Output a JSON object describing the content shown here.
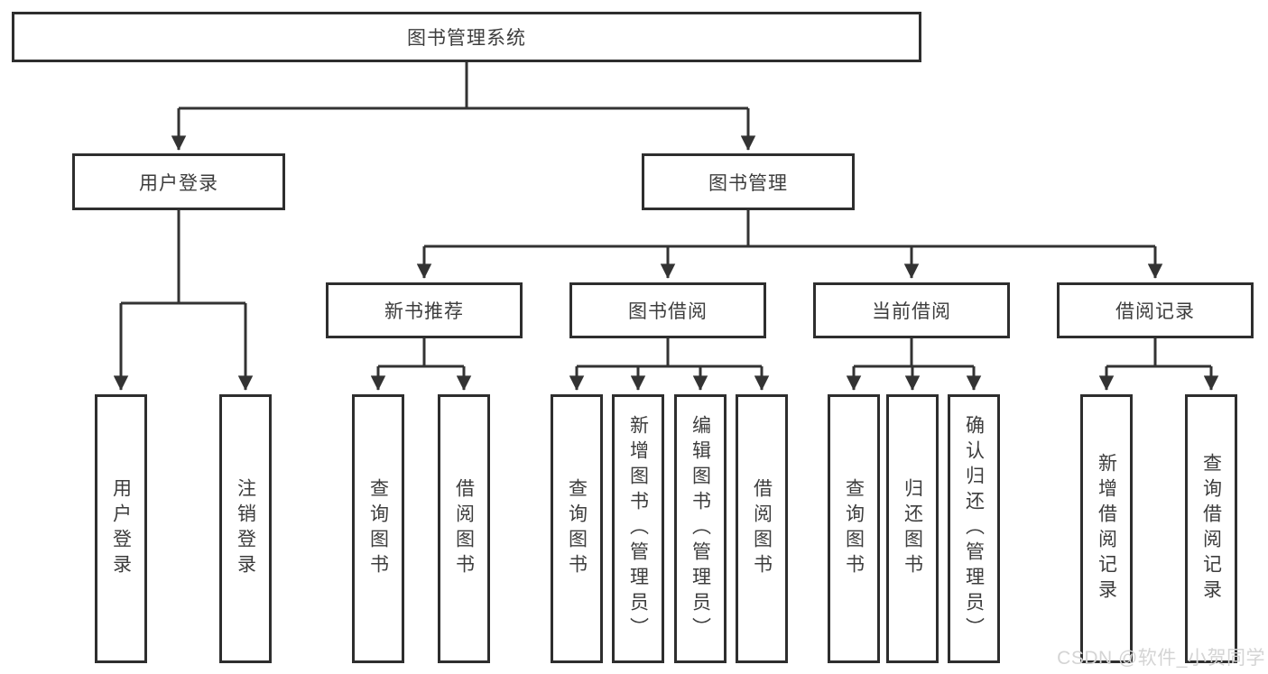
{
  "colors": {
    "line": "#333333",
    "border": "#2e2e2e",
    "fill": "#ffffff",
    "text": "#3d3d3d",
    "watermark": "#d4d4d4",
    "bg": "#ffffff"
  },
  "watermark": {
    "text": "CSDN @软件_小贺同学"
  },
  "tree": {
    "root": {
      "label": "图书管理系统"
    },
    "branches": [
      {
        "label": "用户登录",
        "leaves": [
          "用户登录",
          "注销登录"
        ]
      },
      {
        "label": "图书管理",
        "groups": [
          {
            "label": "新书推荐",
            "leaves": [
              "查询图书",
              "借阅图书"
            ]
          },
          {
            "label": "图书借阅",
            "leaves": [
              "查询图书",
              "新增图书（管理员）",
              "编辑图书（管理员）",
              "借阅图书"
            ]
          },
          {
            "label": "当前借阅",
            "leaves": [
              "查询图书",
              "归还图书",
              "确认归还（管理员）"
            ]
          },
          {
            "label": "借阅记录",
            "leaves": [
              "新增借阅记录",
              "查询借阅记录"
            ]
          }
        ]
      }
    ]
  }
}
